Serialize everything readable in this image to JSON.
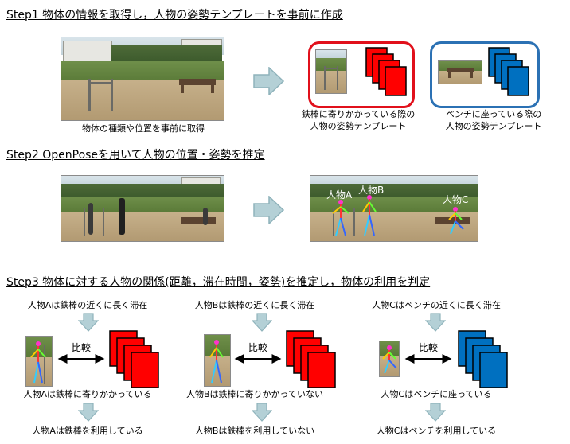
{
  "step1": {
    "title": "Step1  物体の情報を取得し，人物の姿勢テンプレートを事前に作成",
    "caption_photo": "物体の種類や位置を事前に取得",
    "caption_red": [
      "鉄棒に寄りかかっている際の",
      "人物の姿勢テンプレート"
    ],
    "caption_blue": [
      "ベンチに座っている際の",
      "人物の姿勢テンプレート"
    ]
  },
  "step2": {
    "title": "Step2  OpenPoseを用いて人物の位置・姿勢を推定",
    "labels": [
      "人物A",
      "人物B",
      "人物C"
    ]
  },
  "step3": {
    "title": "Step3  物体に対する人物の関係(距離，滞在時間，姿勢)を推定し，物体の利用を判定",
    "compare_label": "比較",
    "persons": [
      {
        "stay": "人物Aは鉄棒の近くに長く滞在",
        "posture": "人物Aは鉄棒に寄りかかっている",
        "result": "人物Aは鉄棒を利用している"
      },
      {
        "stay": "人物Bは鉄棒の近くに長く滞在",
        "posture": "人物Bは鉄棒に寄りかかっていない",
        "result": "人物Bは鉄棒を利用していない"
      },
      {
        "stay": "人物Cはベンチの近くに長く滞在",
        "posture": "人物Cはベンチに座っている",
        "result": "人物Cはベンチを利用している"
      }
    ]
  },
  "colors": {
    "red_template": "#ff0000",
    "blue_template": "#0070c0",
    "arrow_fill": "#b4d0d6",
    "arrow_stroke": "#8fb3bb"
  }
}
